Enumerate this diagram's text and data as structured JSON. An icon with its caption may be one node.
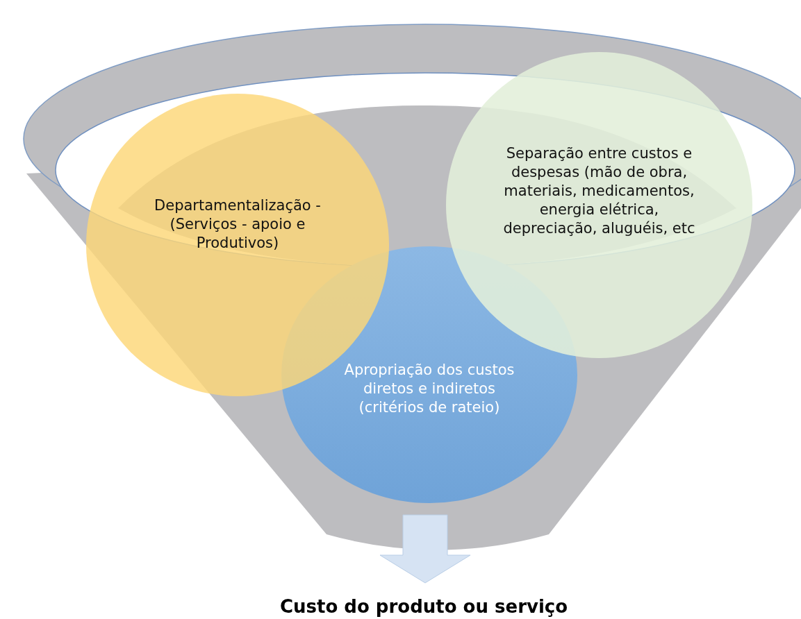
{
  "diagram": {
    "nodes": [
      {
        "text": [],
        "shape": "funnel"
      },
      {
        "text": [
          "Departamentalização - (Serviços - apoio e Produtivos)"
        ]
      },
      {
        "text": [
          "Separação entre custos e despesas (mão de obra, materiais, medicamentos, energia elétrica, depreciação, aluguéis, etc"
        ]
      },
      {
        "text": [
          "Apropriação dos custos diretos e indiretos (critérios de rateio)"
        ],
        "in": 0
      },
      {
        "text": [
          "Custo do produto ou serviço"
        ]
      }
    ],
    "edges": [
      {
        "from": 0,
        "to": 4,
        "arrow": "to"
      }
    ]
  }
}
